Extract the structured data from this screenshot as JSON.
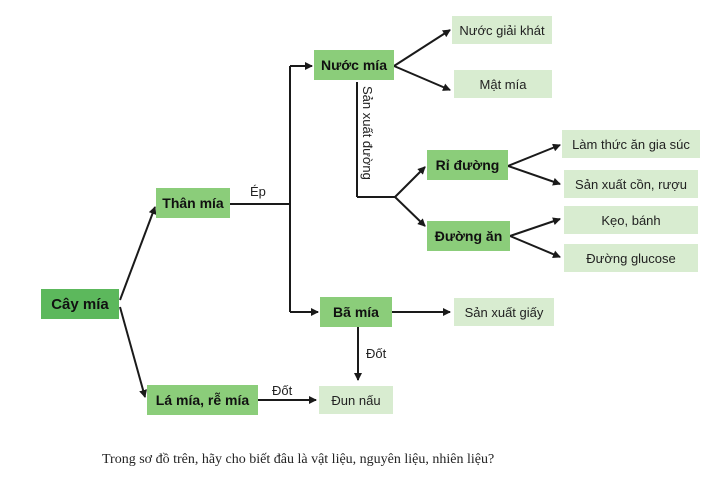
{
  "nodes": {
    "cay_mia": "Cây mía",
    "than_mia": "Thân mía",
    "la_mia": "Lá mía, rễ mía",
    "nuoc_mia": "Nước mía",
    "ba_mia": "Bã mía",
    "ri_duong": "Rỉ đường",
    "duong_an": "Đường ăn",
    "nuoc_giai_khat": "Nước giải khát",
    "mat_mia": "Mật mía",
    "lam_thuc_an": "Làm thức ăn gia súc",
    "san_xuat_con": "Sản xuất cồn, rượu",
    "keo_banh": "Kẹo, bánh",
    "duong_glucose": "Đường glucose",
    "san_xuat_giay": "Sản xuất giấy",
    "dun_nau": "Đun nấu"
  },
  "labels": {
    "ep": "Ép",
    "san_xuat_duong": "Sản xuất đường",
    "dot_1": "Đốt",
    "dot_2": "Đốt"
  },
  "question": "Trong sơ đồ trên, hãy cho biết đâu là vật liệu, nguyên liệu, nhiên liệu?",
  "colors": {
    "level1": "#5cb85c",
    "level2": "#8bcd7a",
    "leaf": "#d8ecd0",
    "line": "#1a1a1a"
  }
}
